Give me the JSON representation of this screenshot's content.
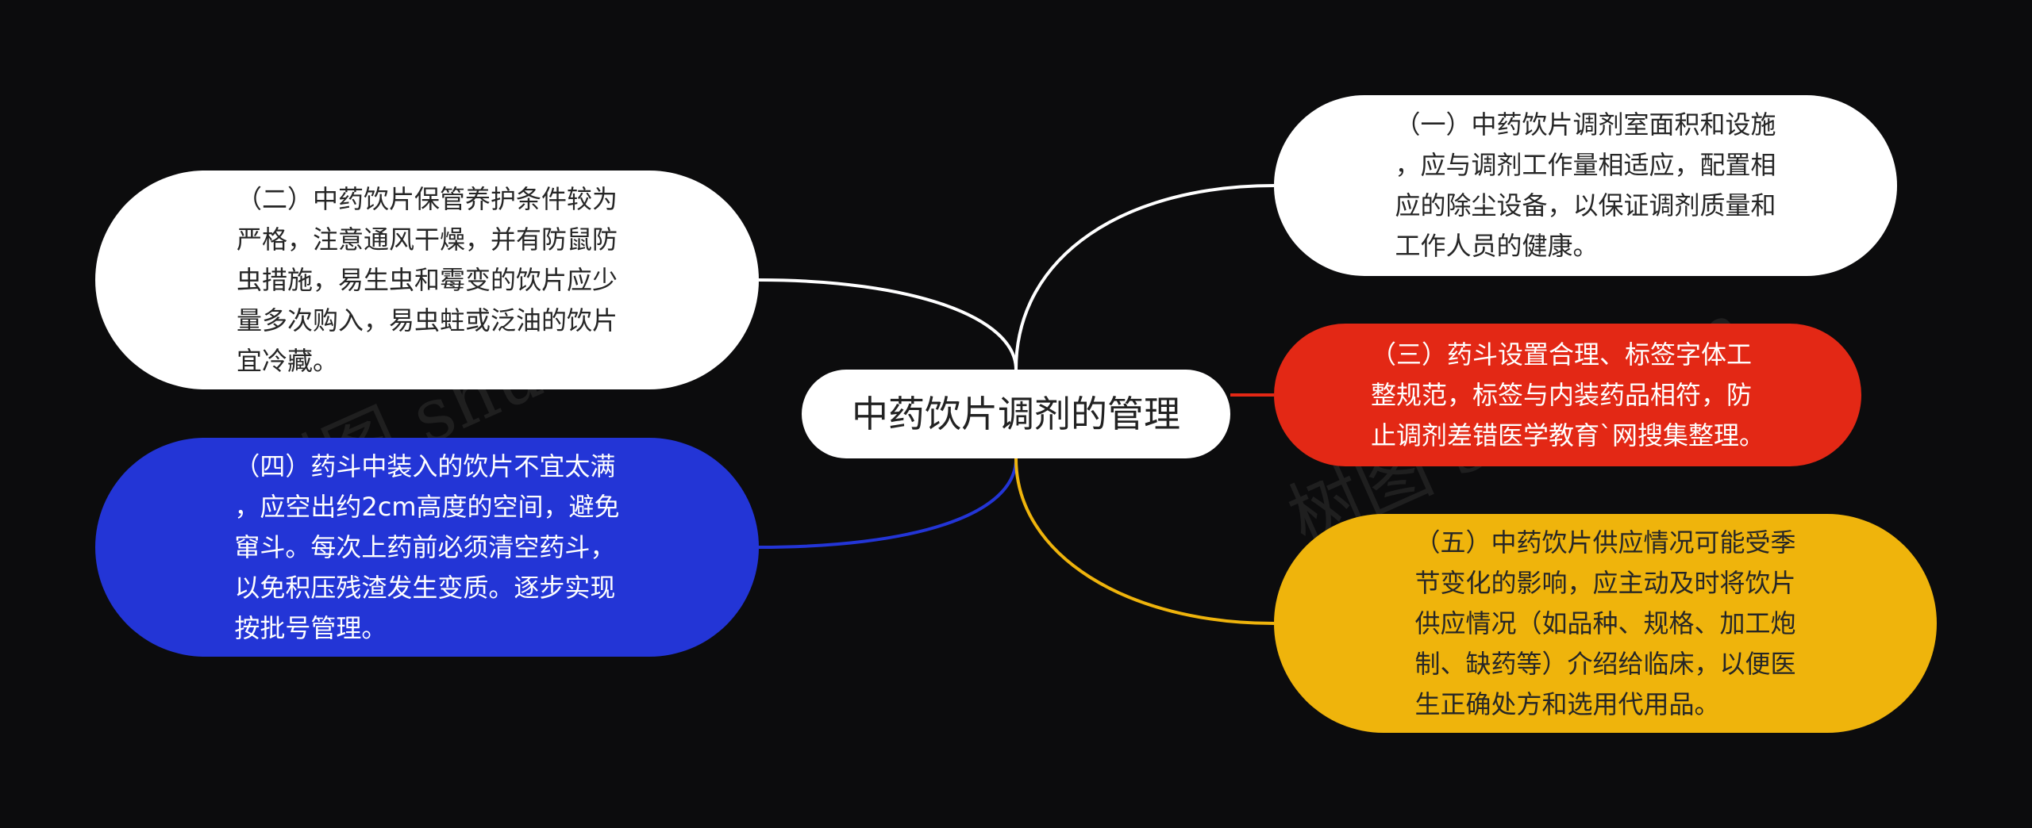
{
  "center": {
    "label": "中药饮片调剂的管理"
  },
  "branches": [
    {
      "text": "（一）中药饮片调剂室面积和设施\n，应与调剂工作量相适应，配置相\n应的除尘设备，以保证调剂质量和\n工作人员的健康。",
      "fill": "#ffffff",
      "line": "#ffffff"
    },
    {
      "text": "（二）中药饮片保管养护条件较为\n严格，注意通风干燥，并有防鼠防\n虫措施，易生虫和霉变的饮片应少\n量多次购入，易虫蛀或泛油的饮片\n宜冷藏。",
      "fill": "#ffffff",
      "line": "#ffffff"
    },
    {
      "text": "（三）药斗设置合理、标签字体工\n整规范，标签与内装药品相符，防\n止调剂差错医学教育`网搜集整理。",
      "fill": "#e32815",
      "line": "#e32815"
    },
    {
      "text": "（四）药斗中装入的饮片不宜太满\n，应空出约2cm高度的空间，避免\n窜斗。每次上药前必须清空药斗，\n以免积压残渣发生变质。逐步实现\n按批号管理。",
      "fill": "#2335d6",
      "line": "#2335d6"
    },
    {
      "text": "（五）中药饮片供应情况可能受季\n节变化的影响，应主动及时将饮片\n供应情况（如品种、规格、加工炮\n制、缺药等）介绍给临床，以便医\n生正确处方和选用代用品。",
      "fill": "#efb40c",
      "line": "#efb40c"
    }
  ],
  "watermark": {
    "left": "树图 shutu.cn",
    "right": "树图 shutu.cn"
  }
}
